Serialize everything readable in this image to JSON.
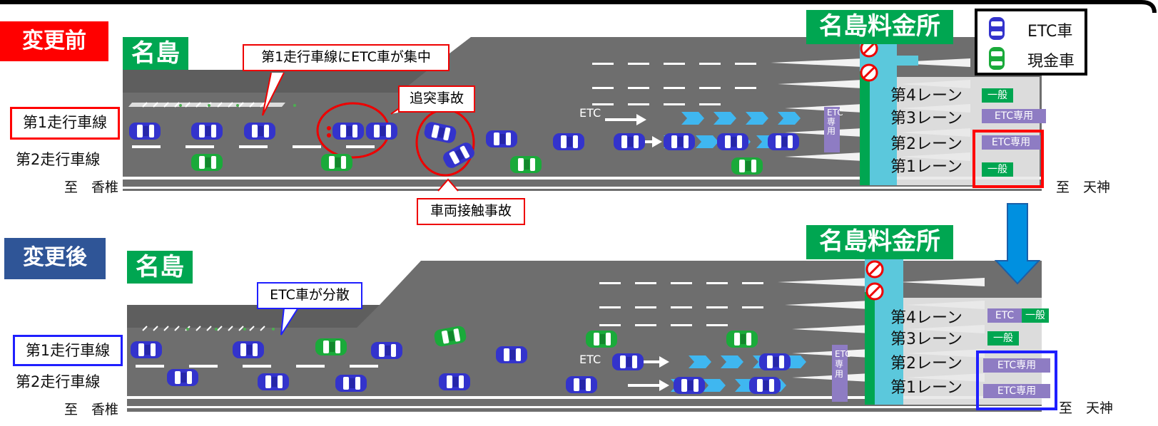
{
  "legend": {
    "etc_label": "ETC車",
    "cash_label": "現金車"
  },
  "before": {
    "header": "変更前",
    "place": "名島",
    "plaza": "名島料金所",
    "lane1": "第1走行車線",
    "lane2": "第2走行車線",
    "from": "至　香椎",
    "to": "至　天神",
    "callout_concentration": "第1走行車線にETC車が集中",
    "callout_rear_end": "追突事故",
    "callout_contact": "車両接触事故",
    "booths": [
      {
        "label": "第4レーン",
        "tags": [
          {
            "text": "一般",
            "color": "green"
          }
        ]
      },
      {
        "label": "第3レーン",
        "tags": [
          {
            "text": "ETC専用",
            "color": "purple"
          }
        ]
      },
      {
        "label": "第2レーン",
        "tags": [
          {
            "text": "ETC専用",
            "color": "purple"
          }
        ]
      },
      {
        "label": "第1レーン",
        "tags": [
          {
            "text": "一般",
            "color": "green"
          }
        ]
      }
    ],
    "etc_lane_sign": "ETC専用",
    "road_text": "ETC"
  },
  "after": {
    "header": "変更後",
    "place": "名島",
    "plaza": "名島料金所",
    "lane1": "第1走行車線",
    "lane2": "第2走行車線",
    "from": "至　香椎",
    "to": "至　天神",
    "callout_dispersed": "ETC車が分散",
    "booths": [
      {
        "label": "第4レーン",
        "tags": [
          {
            "text": "ETC",
            "color": "purple"
          },
          {
            "text": "一般",
            "color": "green"
          }
        ]
      },
      {
        "label": "第3レーン",
        "tags": [
          {
            "text": "一般",
            "color": "green"
          }
        ]
      },
      {
        "label": "第2レーン",
        "tags": [
          {
            "text": "ETC専用",
            "color": "purple"
          }
        ]
      },
      {
        "label": "第1レーン",
        "tags": [
          {
            "text": "ETC専用",
            "color": "purple"
          }
        ]
      }
    ],
    "etc_lane_sign": "ETC専用",
    "road_text": "ETC"
  },
  "colors": {
    "etc_car": "#3333cc",
    "cash_car": "#1aaa3a",
    "road": "#6e6e6e",
    "before_accent": "#ff0000",
    "after_accent": "#1f1fff",
    "label_green": "#00a651",
    "tag_purple": "#8e7cc3",
    "booth_cyan": "#5bc8dc",
    "arrow_cyan": "#3fb7f0",
    "down_arrow": "#0090e0"
  }
}
